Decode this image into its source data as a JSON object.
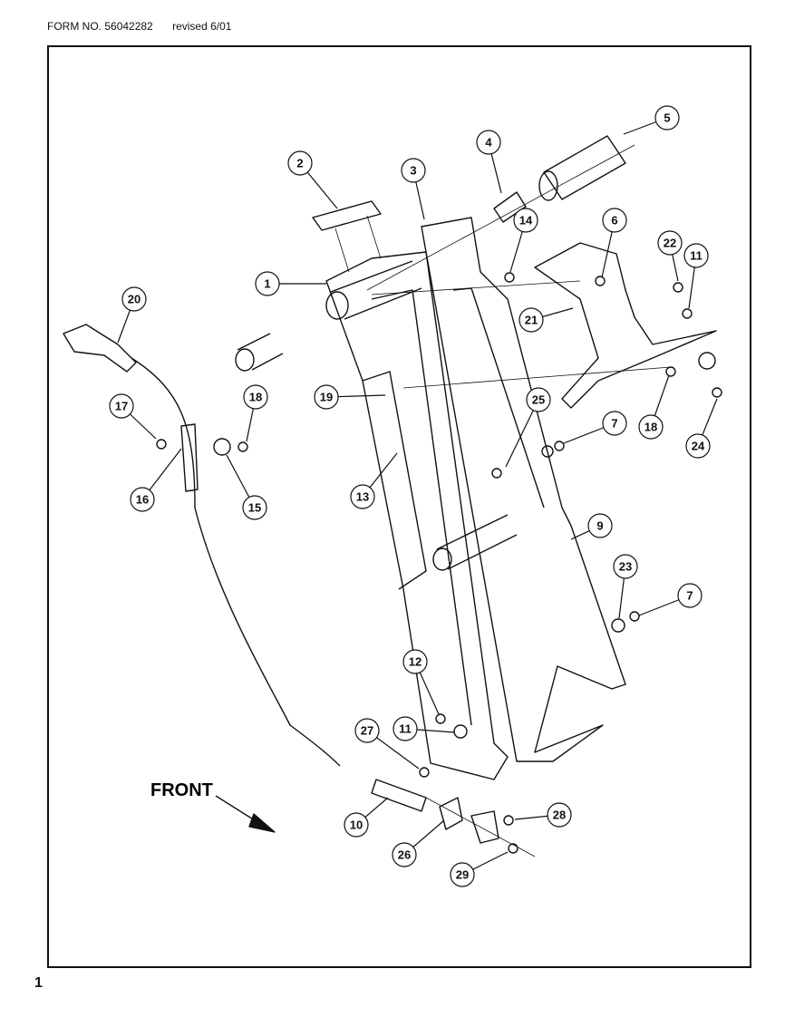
{
  "header": {
    "form_label": "FORM NO.",
    "form_number": "56042282",
    "revised": "revised 6/01"
  },
  "page_number": "1",
  "front_label": "FRONT",
  "callouts": [
    "1",
    "2",
    "3",
    "4",
    "5",
    "6",
    "7",
    "7",
    "9",
    "10",
    "11",
    "11",
    "12",
    "13",
    "14",
    "15",
    "16",
    "17",
    "18",
    "18",
    "19",
    "20",
    "21",
    "22",
    "23",
    "24",
    "25",
    "26",
    "27",
    "28",
    "29"
  ]
}
